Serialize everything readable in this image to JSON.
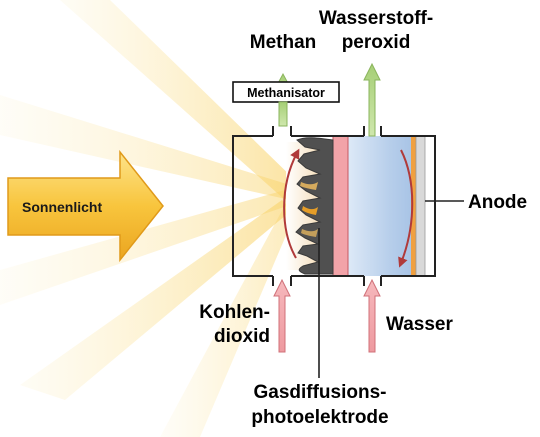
{
  "labels": {
    "sunlight": "Sonnenlicht",
    "methane": "Methan",
    "methanizer": "Methanisator",
    "hydrogen_peroxide_line1": "Wasserstoff-",
    "hydrogen_peroxide_line2": "peroxid",
    "anode": "Anode",
    "carbon_dioxide_line1": "Kohlen-",
    "carbon_dioxide_line2": "dioxid",
    "water": "Wasser",
    "electrode_line1": "Gasdiffusions-",
    "electrode_line2": "photoelektrode"
  },
  "colors": {
    "sun_arrow_fill": "#f5c63d",
    "sun_ray": "#fbe7a6",
    "inlet_arrow": "#ee9aa0",
    "outlet_arrow": "#b8d98a",
    "electrode_dark": "#505050",
    "electrode_light": "#f3e3c3",
    "membrane": "#f2a3a8",
    "electrolyte": "#c5d8f0",
    "anode_strip": "#f0a040",
    "anode_plate": "#d9d9d9"
  }
}
